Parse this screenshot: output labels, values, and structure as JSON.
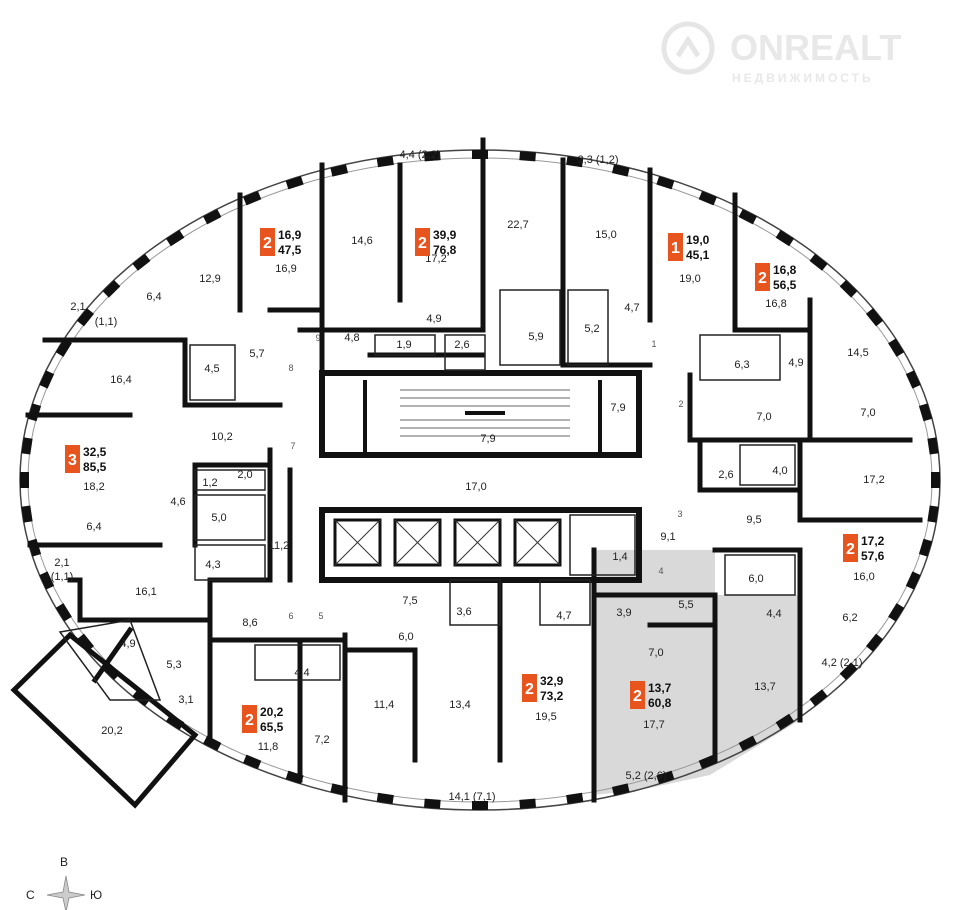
{
  "watermark": {
    "brand": "ONREALT",
    "tagline": "НЕДВИЖИМОСТЬ"
  },
  "colors": {
    "accent": "#e8541e",
    "wall": "#111111",
    "highlight": "#d9d9d9"
  },
  "compass": {
    "north": "В",
    "west": "С",
    "east": "Ю"
  },
  "apartments": [
    {
      "rooms": "2",
      "living": "16,9",
      "total": "47,5"
    },
    {
      "rooms": "2",
      "living": "39,9",
      "total": "76,8"
    },
    {
      "rooms": "1",
      "living": "19,0",
      "total": "45,1"
    },
    {
      "rooms": "2",
      "living": "16,8",
      "total": "56,5"
    },
    {
      "rooms": "3",
      "living": "32,5",
      "total": "85,5"
    },
    {
      "rooms": "2",
      "living": "17,2",
      "total": "57,6"
    },
    {
      "rooms": "2",
      "living": "32,9",
      "total": "73,2"
    },
    {
      "rooms": "2",
      "living": "13,7",
      "total": "60,8"
    },
    {
      "rooms": "2",
      "living": "20,2",
      "total": "65,5"
    }
  ],
  "room_labels": [
    "4,4 (2,2)",
    "2,3 (1,2)",
    "22,7",
    "14,6",
    "15,0",
    "12,9",
    "16,9",
    "17,2",
    "19,0",
    "6,4",
    "2,1",
    "(1,1)",
    "16,8",
    "4,9",
    "4,8",
    "1,9",
    "2,6",
    "5,9",
    "5,2",
    "4,7",
    "14,5",
    "4,5",
    "5,7",
    "6,3",
    "4,9",
    "16,4",
    "7,9",
    "7,0",
    "7,0",
    "10,2",
    "7,9",
    "2,0",
    "1,2",
    "2,6",
    "4,0",
    "18,2",
    "4,6",
    "17,0",
    "17,2",
    "5,0",
    "9,5",
    "6,4",
    "11,2",
    "9,1",
    "1,4",
    "16,0",
    "2,1",
    "(1,1)",
    "4,3",
    "6,0",
    "16,1",
    "5,5",
    "4,4",
    "7,5",
    "3,6",
    "4,7",
    "3,9",
    "6,2",
    "8,6",
    "6,0",
    "4,9",
    "7,0",
    "4,2 (2,1)",
    "5,3",
    "4,4",
    "13,7",
    "3,1",
    "20,2",
    "11,4",
    "13,4",
    "19,5",
    "17,7",
    "7,2",
    "11,8",
    "14,1 (7,1)",
    "5,2 (2,6)"
  ],
  "door_numbers": [
    "9",
    "8",
    "7",
    "6",
    "5",
    "1",
    "2",
    "3",
    "4"
  ]
}
